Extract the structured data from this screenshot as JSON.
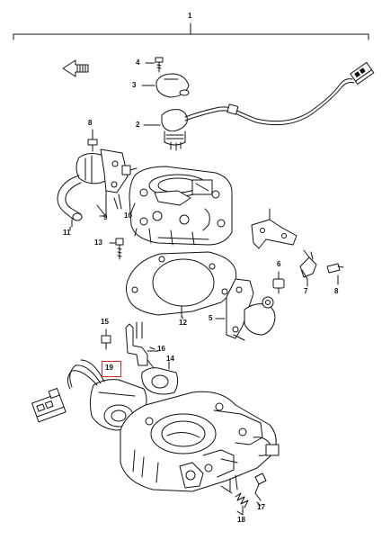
{
  "diagram": {
    "assembly_number": "1",
    "highlight_color": "#e0242a",
    "line_color": "#111111",
    "parts": {
      "p2": "2",
      "p3": "3",
      "p4": "4",
      "p5": "5",
      "p6": "6",
      "p7": "7",
      "p8a": "8",
      "p8b": "8",
      "p9": "9",
      "p10": "10",
      "p11": "11",
      "p12": "12",
      "p13": "13",
      "p14": "14",
      "p15": "15",
      "p16": "16",
      "p17": "17",
      "p18": "18",
      "p19": "19"
    },
    "highlighted_part": "19",
    "direction_icon": "front-arrow-icon"
  }
}
